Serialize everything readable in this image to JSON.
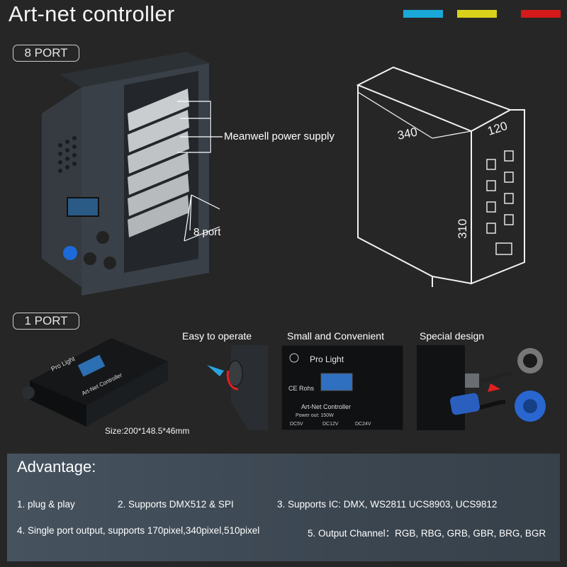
{
  "page": {
    "title": "Art-net controller",
    "color_bars": [
      "#1aa8d8",
      "#d8d21a",
      "#d41a1a"
    ]
  },
  "sections": {
    "eight_port": {
      "badge": "8 PORT",
      "callouts": {
        "power_supply": "Meanwell power supply",
        "ports": "8 port"
      },
      "dimensions": {
        "length": "340",
        "width": "120",
        "height": "310"
      }
    },
    "one_port": {
      "badge": "1 PORT",
      "size": "Size:200*148.5*46mm",
      "captions": {
        "easy": "Easy to operate",
        "small": "Small and Convenient",
        "special": "Special design"
      },
      "device_labels": {
        "brand": "Pro Light",
        "product": "Art-Net Controller",
        "power": "Power out: 150W",
        "voltages": [
          "DC5V",
          "DC12V",
          "DC24V"
        ],
        "cert": "CE Rohs"
      }
    }
  },
  "advantage": {
    "title": "Advantage:",
    "items": [
      "1. plug & play",
      "2. Supports DMX512 & SPI",
      "3. Supports IC: DMX, WS2811 UCS8903, UCS9812",
      "4. Single port output, supports 170pixel,340pixel,510pixel",
      "5. Output Channel：RGB, RBG, GRB, GBR, BRG, BGR"
    ]
  }
}
